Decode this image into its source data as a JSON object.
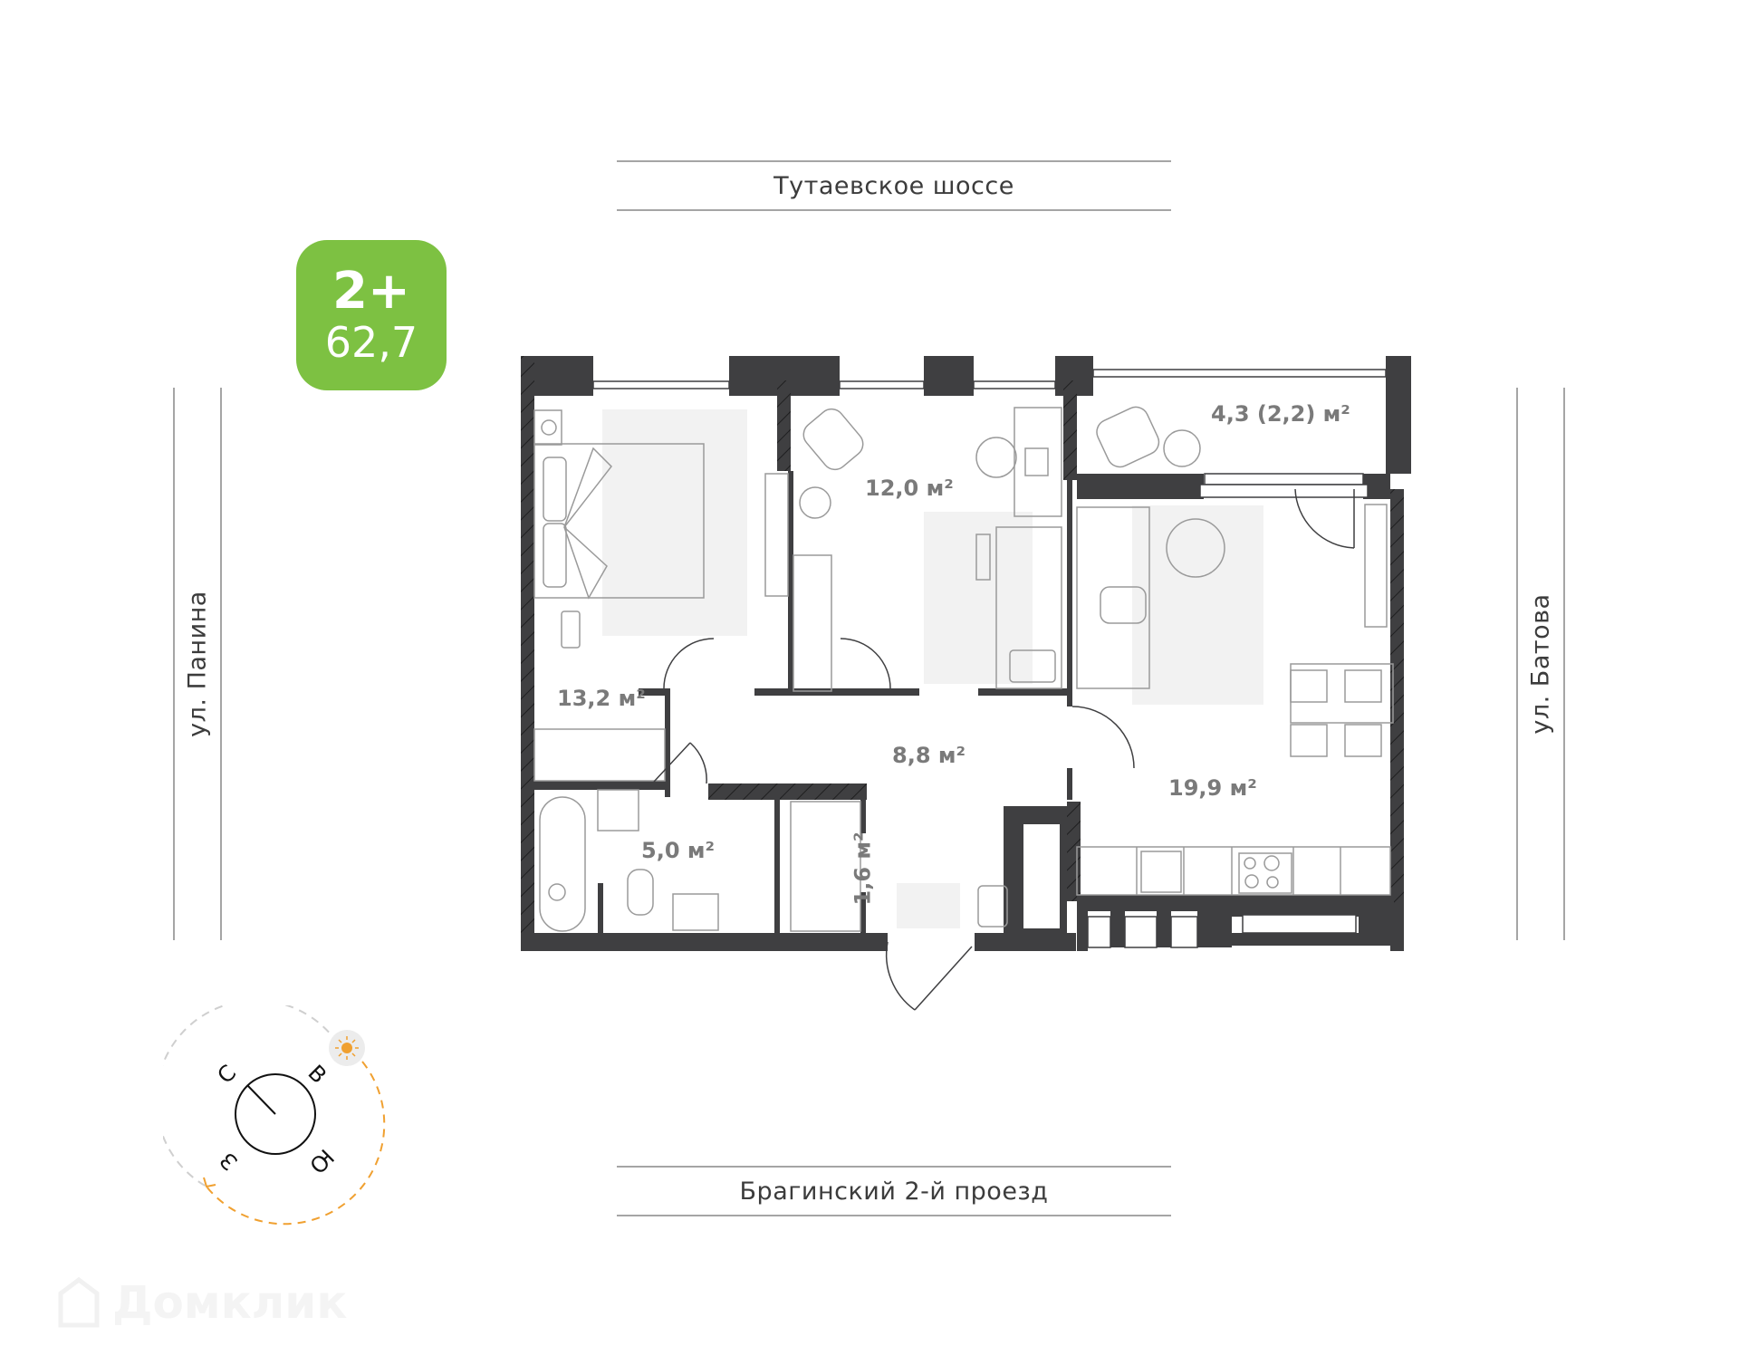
{
  "badge": {
    "rooms": "2+",
    "total_area": "62,7",
    "color": "#7dc142"
  },
  "streets": {
    "top": "Тутаевское шоссе",
    "bottom": "Брагинский 2-й проезд",
    "left": "ул. Панина",
    "right": "ул. Батова"
  },
  "rooms": [
    {
      "name": "bedroom",
      "area": "13,2 м²"
    },
    {
      "name": "study-bedroom",
      "area": "12,0 м²"
    },
    {
      "name": "balcony",
      "area": "4,3 (2,2) м²"
    },
    {
      "name": "hallway",
      "area": "8,8 м²"
    },
    {
      "name": "kitchen-living",
      "area": "19,9 м²"
    },
    {
      "name": "bathroom",
      "area": "5,0 м²"
    },
    {
      "name": "wardrobe",
      "area": "1,6 м²"
    }
  ],
  "compass": {
    "north": "С",
    "east": "В",
    "south": "Ю",
    "west": "З",
    "sun_color": "#f0a030"
  },
  "watermark": {
    "text": "Домклик"
  },
  "colors": {
    "wall": "#3f3f41",
    "label": "#7a7a7a",
    "street_text": "#3c3c3c"
  }
}
